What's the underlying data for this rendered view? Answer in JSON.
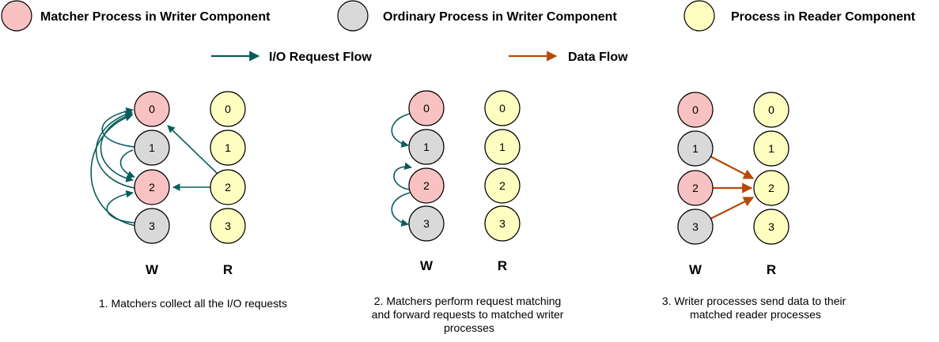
{
  "legend": {
    "matcher_label": "Matcher Process in Writer Component",
    "ordinary_label": "Ordinary Process in Writer Component",
    "reader_label": "Process in Reader Component",
    "io_flow_label": "I/O Request Flow",
    "data_flow_label": "Data Flow"
  },
  "colors": {
    "matcher": "#f8c2c2",
    "ordinary": "#d9d9d9",
    "reader": "#fefec0",
    "io_flow": "#0b5c5c",
    "data_flow": "#b64a08"
  },
  "nodes": [
    "0",
    "1",
    "2",
    "3"
  ],
  "panels": [
    {
      "writer_label": "W",
      "reader_label": "R",
      "caption": [
        "1. Matchers collect all the I/O requests"
      ]
    },
    {
      "writer_label": "W",
      "reader_label": "R",
      "caption": [
        "2. Matchers perform request matching",
        "and forward requests to matched writer",
        "processes"
      ]
    },
    {
      "writer_label": "W",
      "reader_label": "R",
      "caption": [
        "3. Writer processes send data to their",
        "matched reader processes"
      ]
    }
  ]
}
